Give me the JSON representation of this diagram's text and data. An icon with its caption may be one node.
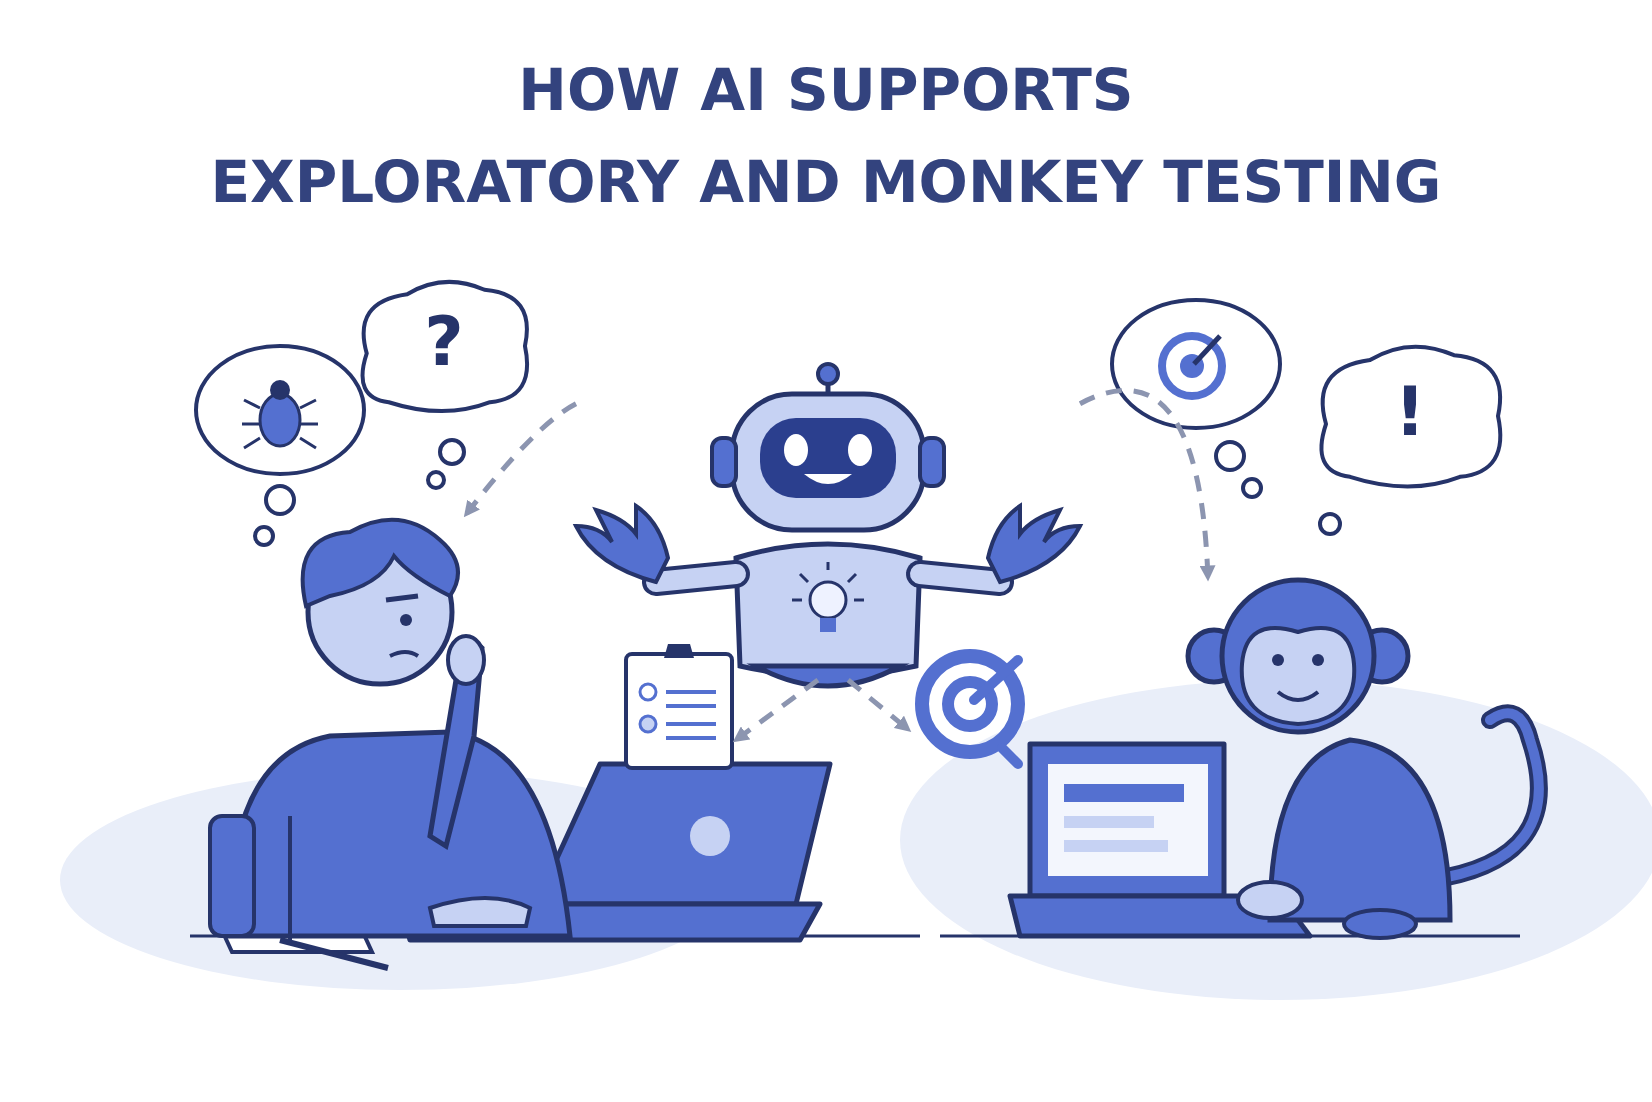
{
  "diagram": {
    "title": "HOW AI SUPPORTS EXPLORATORY AND MONKEY TESTING",
    "nodes": [
      {
        "text": [],
        "shape": "person"
      },
      {
        "text": [],
        "shape": "picture"
      },
      {
        "text": [],
        "shape": "picture"
      },
      {
        "text": [],
        "shape": "picture"
      },
      {
        "text": [],
        "shape": "picture"
      },
      {
        "text": [
          "?"
        ]
      },
      {
        "text": [
          "!"
        ]
      }
    ],
    "edges": [
      {
        "from": 1,
        "to": 0,
        "arrow": "to",
        "style": "dashed"
      },
      {
        "from": 1,
        "to": 2,
        "arrow": "to",
        "style": "dashed"
      },
      {
        "from": 1,
        "to": 3,
        "arrow": "to",
        "style": "dashed"
      },
      {
        "from": 1,
        "to": 4,
        "arrow": "to",
        "style": "dashed"
      }
    ]
  }
}
